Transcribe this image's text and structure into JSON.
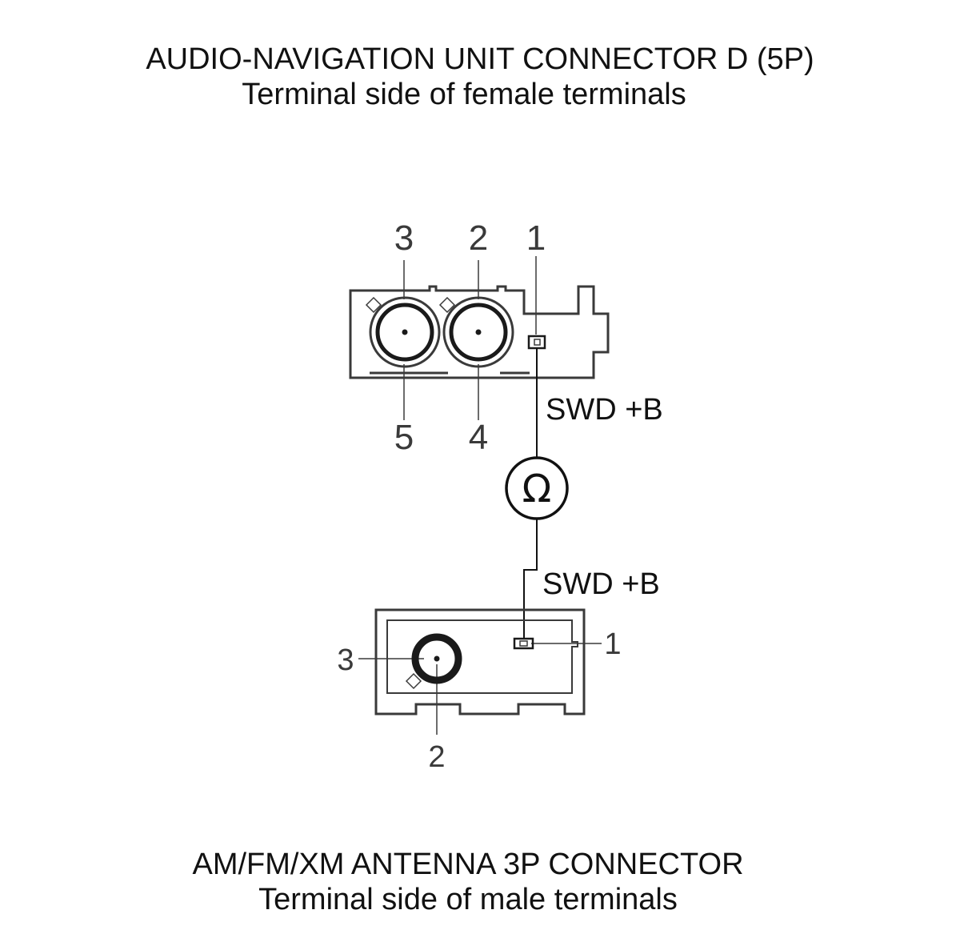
{
  "top_connector": {
    "title": "AUDIO-NAVIGATION UNIT CONNECTOR D (5P)",
    "subtitle": "Terminal side of female terminals",
    "pins_top": [
      "3",
      "2",
      "1"
    ],
    "pins_bottom": [
      "5",
      "4"
    ],
    "signal_label": "SWD +B"
  },
  "meter": {
    "symbol": "Ω"
  },
  "bottom_connector": {
    "title": "AM/FM/XM ANTENNA 3P CONNECTOR",
    "subtitle": "Terminal side of male terminals",
    "signal_label": "SWD +B",
    "pin_left": "3",
    "pin_right": "1",
    "pin_bottom": "2"
  }
}
